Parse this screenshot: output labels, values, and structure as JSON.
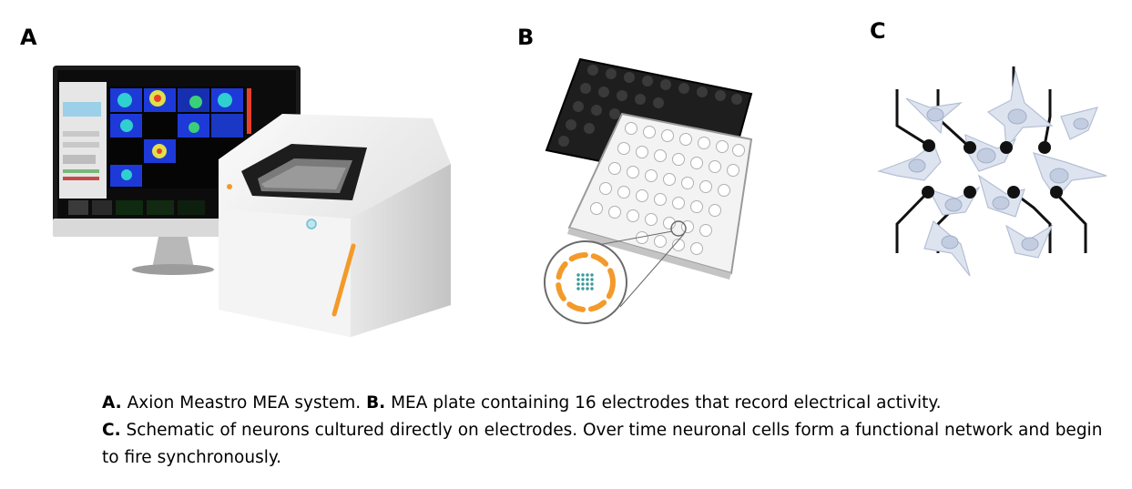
{
  "panels": {
    "a": {
      "label": "A"
    },
    "b": {
      "label": "B"
    },
    "c": {
      "label": "C"
    }
  },
  "caption": {
    "a_label": "A.",
    "a_text": " Axion Meastro MEA system. ",
    "b_label": "B.",
    "b_text": " MEA plate containing 16 electrodes that record electrical activity.",
    "c_label": "C.",
    "c_text": " Schematic of neurons cultured directly on electrodes. Over time neuronal cells form a functional network and begin to fire synchronously."
  },
  "colors": {
    "orange_accent": "#f39a2a",
    "electrode_teal": "#3a9a9a",
    "neuron_fill": "#dde4f0",
    "heatmap_blue": "#1d3ad8"
  }
}
